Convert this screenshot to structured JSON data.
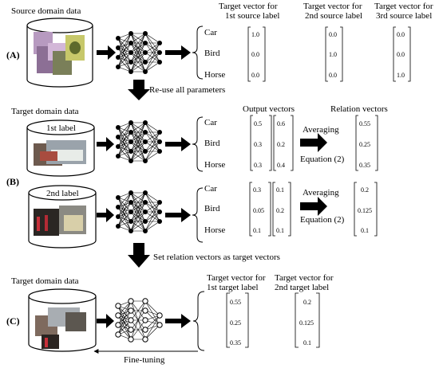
{
  "section_A": {
    "label": "(A)",
    "source_title": "Source domain data",
    "classes": [
      "Car",
      "Bird",
      "Horse"
    ],
    "target_headers": [
      [
        "Target vector for",
        "1st source label"
      ],
      [
        "Target vector for",
        "2nd source label"
      ],
      [
        "Target vector for",
        "3rd source label"
      ]
    ],
    "target_vectors": [
      [
        "1.0",
        "0.0",
        "0.0"
      ],
      [
        "0.0",
        "1.0",
        "0.0"
      ],
      [
        "0.0",
        "0.0",
        "1.0"
      ]
    ],
    "reuse_label": "Re-use all parameters"
  },
  "section_B": {
    "label": "(B)",
    "target_title": "Target domain data",
    "cyl1_label": "1st label",
    "cyl2_label": "2nd label",
    "classes": [
      "Car",
      "Bird",
      "Horse"
    ],
    "output_header": "Output vectors",
    "relation_header": "Relation vectors",
    "averaging": "Averaging",
    "equation": "Equation (2)",
    "row1_out1": [
      "0.5",
      "0.3",
      "0.3"
    ],
    "row1_out2": [
      "0.6",
      "0.2",
      "0.4"
    ],
    "row1_rel": [
      "0.55",
      "0.25",
      "0.35"
    ],
    "row2_out1": [
      "0.3",
      "0.05",
      "0.1"
    ],
    "row2_out2": [
      "0.1",
      "0.2",
      "0.1"
    ],
    "row2_rel": [
      "0.2",
      "0.125",
      "0.1"
    ],
    "set_label": "Set relation vectors as target vectors"
  },
  "section_C": {
    "label": "(C)",
    "target_title": "Target domain data",
    "headers": [
      [
        "Target vector for",
        "1st  target label"
      ],
      [
        "Target vector for",
        "2nd  target label"
      ]
    ],
    "vec1": [
      "0.55",
      "0.25",
      "0.35"
    ],
    "vec2": [
      "0.2",
      "0.125",
      "0.1"
    ],
    "finetune": "Fine-tuning"
  },
  "colors": {
    "line": "#000000",
    "cylinder_fill": "#ffffff"
  }
}
